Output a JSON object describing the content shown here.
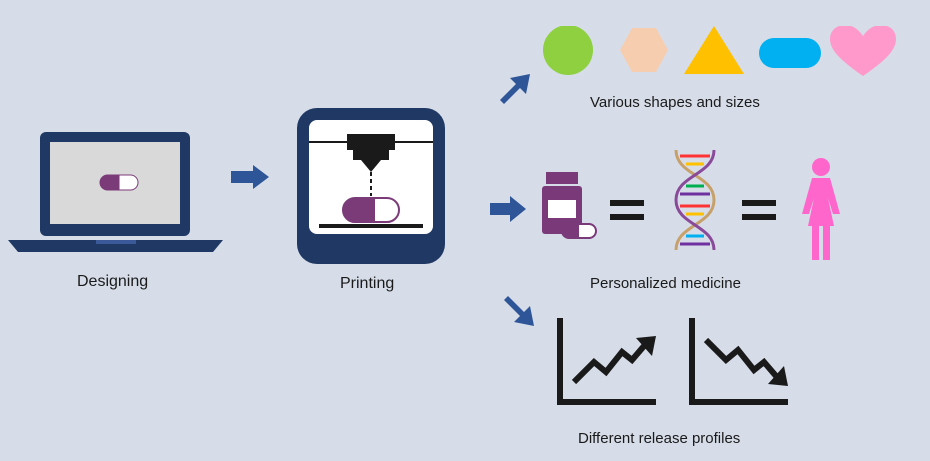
{
  "stages": {
    "designing": "Designing",
    "printing": "Printing"
  },
  "outcomes": {
    "shapes": "Various shapes and sizes",
    "personalized": "Personalized medicine",
    "release": "Different release profiles"
  },
  "colors": {
    "background": "#d6dde8",
    "navy": "#1f3864",
    "arrow_blue": "#2e5597",
    "pill_purple": "#7b3a78",
    "green": "#8ed040",
    "peach": "#f7cdb0",
    "yellow": "#ffc000",
    "sky": "#00b0f0",
    "pink": "#ff99cc",
    "magenta": "#ff66cc",
    "bottle_purple": "#7a3a79"
  }
}
